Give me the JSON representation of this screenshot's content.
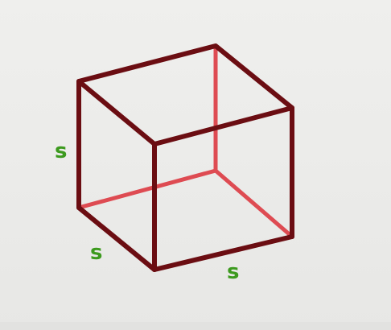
{
  "diagram": {
    "kind": "cube wireframe",
    "colors": {
      "visible_edges": "#6b0d12",
      "hidden_edges": "#de4b52",
      "labels": "#3c9a1e",
      "background": "#ececea"
    },
    "labels": {
      "left_height": "s",
      "front_depth": "s",
      "bottom_width": "s"
    }
  }
}
